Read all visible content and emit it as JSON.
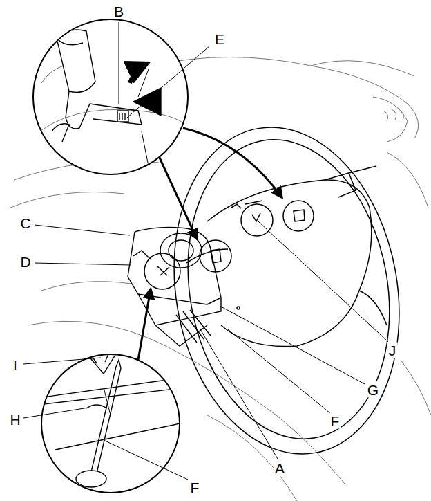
{
  "diagram": {
    "labels": [
      "B",
      "E",
      "C",
      "D",
      "J",
      "I",
      "G",
      "H",
      "F",
      "A",
      "F"
    ]
  }
}
